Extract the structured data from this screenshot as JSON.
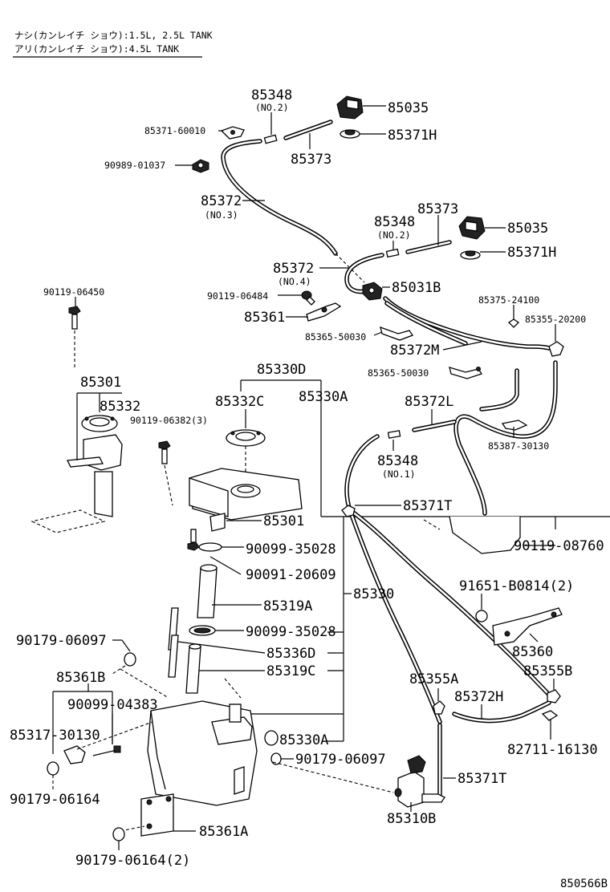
{
  "header": {
    "note1": "ナシ(カンレイチ ショウ):1.5L, 2.5L TANK",
    "note2": "アリ(カンレイチ ショウ):4.5L TANK"
  },
  "labels": {
    "p85348a": "85348",
    "p85348a_sub": "(NO.2)",
    "p85035a": "85035",
    "p85371_60010": "85371-60010",
    "p85371Ha": "85371H",
    "p85373a": "85373",
    "p90989": "90989-01037",
    "p85372a": "85372",
    "p85372a_sub": "(NO.3)",
    "p85373b": "85373",
    "p85348b": "85348",
    "p85348b_sub": "(NO.2)",
    "p85035b": "85035",
    "p85371Hb": "85371H",
    "p85372b": "85372",
    "p85372b_sub": "(NO.4)",
    "p85031B": "85031B",
    "p90119_06484": "90119-06484",
    "p90119_06450": "90119-06450",
    "p85361": "85361",
    "p85375": "85375-24100",
    "p85355_20200": "85355-20200",
    "p85365a": "85365-50030",
    "p85372M": "85372M",
    "p85365b": "85365-50030",
    "p85301a": "85301",
    "p85332": "85332",
    "p85330D": "85330D",
    "p85332C": "85332C",
    "p85330A": "85330A",
    "p85372L": "85372L",
    "p90119_06382": "90119-06382(3)",
    "p85387": "85387-30130",
    "p85348c": "85348",
    "p85348c_sub": "(NO.1)",
    "p85371Ta": "85371T",
    "p85301b": "85301",
    "p90119_08760": "90119-08760",
    "p90099_35028a": "90099-35028",
    "p90091": "90091-20609",
    "p85330": "85330",
    "p91651": "91651-B0814(2)",
    "p85319A": "85319A",
    "p90099_35028b": "90099-35028",
    "p85360": "85360",
    "p90179_06097a": "90179-06097",
    "p85336D": "85336D",
    "p85355B": "85355B",
    "p85319C": "85319C",
    "p85361B": "85361B",
    "p85355A": "85355A",
    "p85372H": "85372H",
    "p90099_04383": "90099-04383",
    "p85317": "85317-30130",
    "p85330Ab": "85330A",
    "p82711": "82711-16130",
    "p90179_06097b": "90179-06097",
    "p85371Tb": "85371T",
    "p90179_06164": "90179-06164",
    "p85310B": "85310B",
    "p85361A": "85361A",
    "p90179_06164_2": "90179-06164(2)",
    "drawing_no": "850566B"
  }
}
